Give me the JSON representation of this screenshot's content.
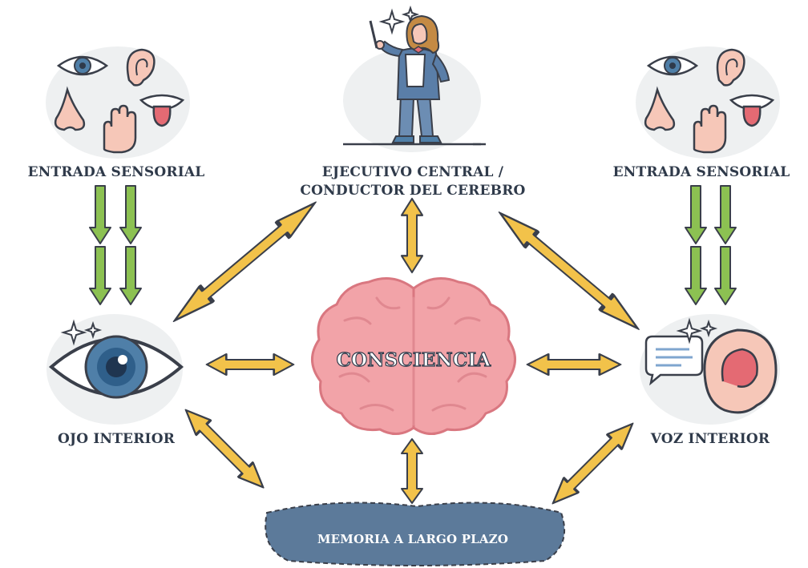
{
  "labels": {
    "sensory_left": "ENTRADA SENSORIAL",
    "sensory_right": "ENTRADA SENSORIAL",
    "executive_line1": "EJECUTIVO CENTRAL /",
    "executive_line2": "CONDUCTOR DEL CEREBRO",
    "consciousness": "CONSCIENCIA",
    "inner_eye": "OJO INTERIOR",
    "inner_voice": "VOZ INTERIOR",
    "memory": "MEMORIA A LARGO PLAZO"
  },
  "colors": {
    "arrow_yellow": "#f2c24a",
    "arrow_outline": "#3a3f4a",
    "sense_arrow_green": "#8cc152",
    "brain_pink": "#f2a3a8",
    "brain_pink_dark": "#e58c93",
    "memory_blue": "#5c7a9a",
    "eye_blue": "#4f7fa8",
    "circle_bg": "#eef0f1",
    "text_dark": "#2f3a4a"
  },
  "icons": [
    "eye-icon",
    "ear-icon",
    "nose-icon",
    "hand-icon",
    "tongue-icon",
    "conductor-figure",
    "sparkle-icon",
    "speech-bubble-icon",
    "brain-icon"
  ]
}
